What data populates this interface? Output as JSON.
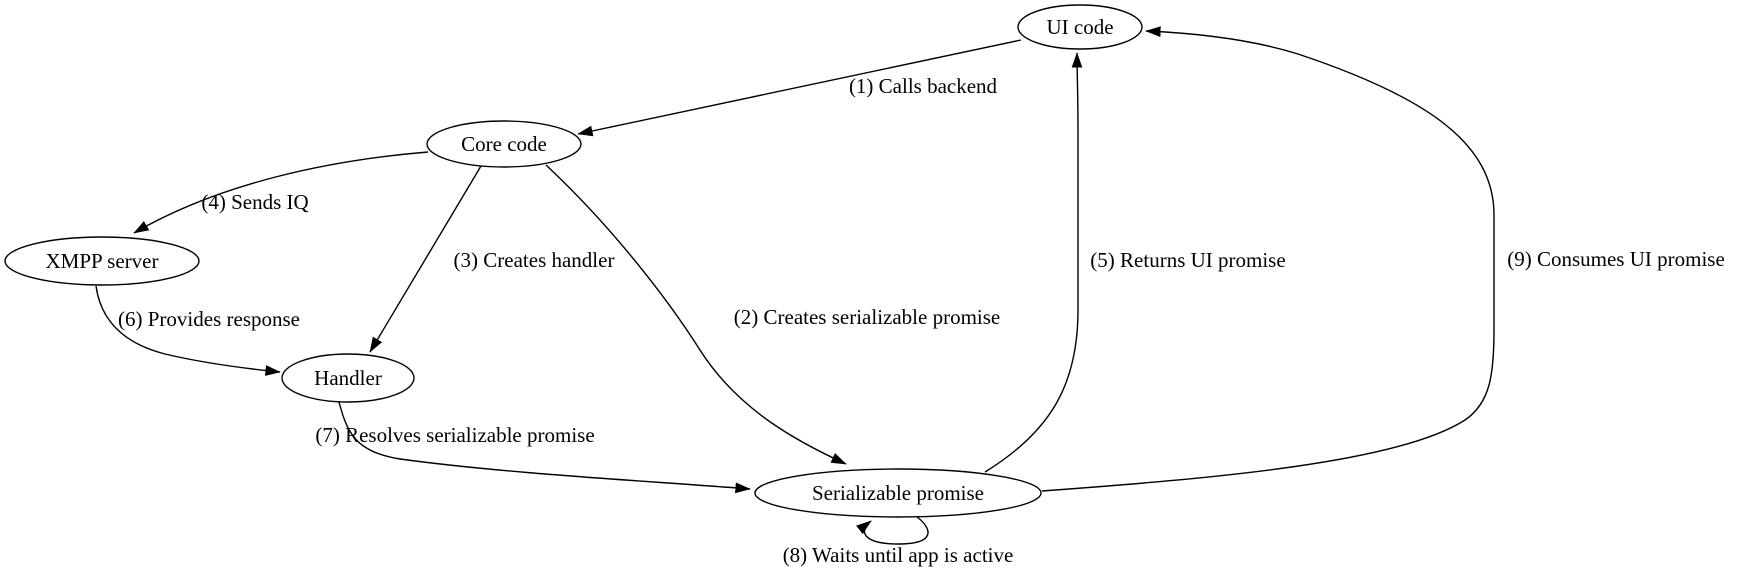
{
  "diagram": {
    "type": "directed-graph",
    "background_color": "#ffffff",
    "stroke_color": "#000000",
    "text_color": "#000000",
    "nodes": {
      "ui": {
        "label": "UI code"
      },
      "core": {
        "label": "Core code"
      },
      "xmpp": {
        "label": "XMPP server"
      },
      "handler": {
        "label": "Handler"
      },
      "serializable": {
        "label": "Serializable promise"
      }
    },
    "edges": {
      "e1": {
        "label": "(1) Calls backend",
        "from": "UI code",
        "to": "Core code"
      },
      "e2": {
        "label": "(2) Creates serializable promise",
        "from": "Core code",
        "to": "Serializable promise"
      },
      "e3": {
        "label": "(3) Creates handler",
        "from": "Core code",
        "to": "Handler"
      },
      "e4": {
        "label": "(4) Sends IQ",
        "from": "Core code",
        "to": "XMPP server"
      },
      "e5": {
        "label": "(5) Returns UI promise",
        "from": "Serializable promise",
        "to": "UI code"
      },
      "e6": {
        "label": "(6) Provides response",
        "from": "XMPP server",
        "to": "Handler"
      },
      "e7": {
        "label": "(7) Resolves serializable promise",
        "from": "Handler",
        "to": "Serializable promise"
      },
      "e8": {
        "label": "(8) Waits until app is active",
        "from": "Serializable promise",
        "to": "Serializable promise"
      },
      "e9": {
        "label": "(9) Consumes UI promise",
        "from": "Serializable promise",
        "to": "UI code"
      }
    }
  }
}
